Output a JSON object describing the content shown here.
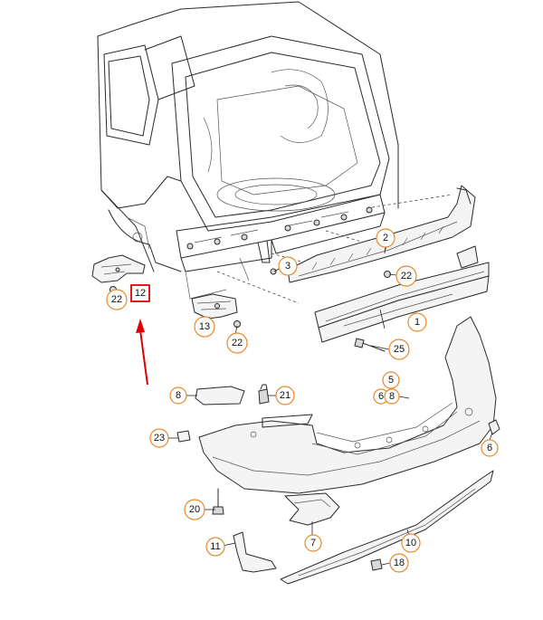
{
  "colors": {
    "callout_outline": "#e8892a",
    "highlight_box": "#e00000",
    "arrow": "#e00000",
    "line_art": "#2a2a2a"
  },
  "callouts": {
    "c1": "1",
    "c2": "2",
    "c3": "3",
    "c5": "5",
    "c6a": "6",
    "c6b": "6",
    "c7": "7",
    "c8a": "8",
    "c8b": "8",
    "c10": "10",
    "c11": "11",
    "c12": "12",
    "c13": "13",
    "c18": "18",
    "c20": "20",
    "c21": "21",
    "c22a": "22",
    "c22b": "22",
    "c22c": "22",
    "c23": "23",
    "c25": "25"
  }
}
